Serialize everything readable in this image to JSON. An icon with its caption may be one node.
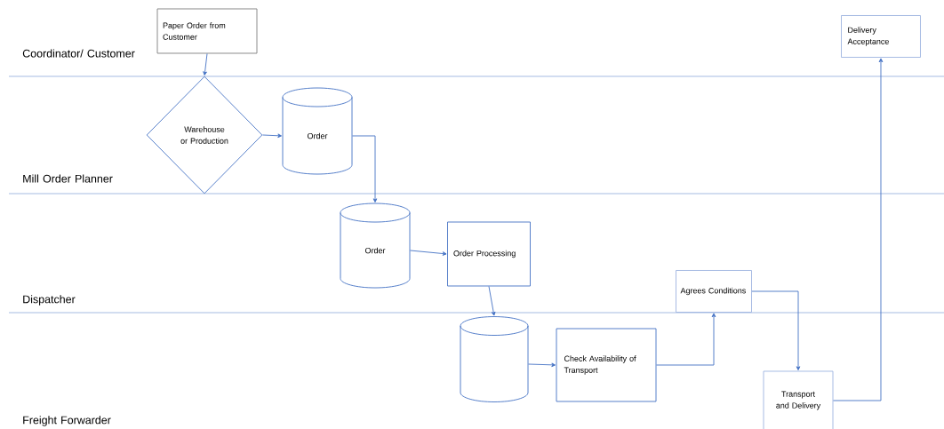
{
  "diagram": {
    "nodes": [
      {
        "text": [
          "Paper Order from Customer"
        ]
      },
      {
        "text": [
          "Warehouse or Production"
        ]
      },
      {
        "text": [
          "Order"
        ]
      },
      {
        "text": [
          "Order"
        ]
      },
      {
        "text": [
          "Order Processing"
        ]
      },
      {
        "text": [],
        "shape": "cylinder"
      },
      {
        "text": [
          "Check Availability of Transport"
        ]
      },
      {
        "text": [
          "Agrees Conditions"
        ]
      },
      {
        "text": [
          "Transport and Delivery"
        ]
      },
      {
        "text": [
          "Delivery Acceptance"
        ]
      }
    ],
    "edges": [
      {
        "from": 0,
        "to": 1,
        "arrow": "to"
      },
      {
        "from": 1,
        "to": 2,
        "arrow": "to"
      },
      {
        "from": 2,
        "to": 3,
        "arrow": "to"
      },
      {
        "from": 3,
        "to": 4,
        "arrow": "to"
      },
      {
        "from": 4,
        "to": 5,
        "arrow": "to"
      },
      {
        "from": 5,
        "to": 6,
        "arrow": "to"
      },
      {
        "from": 6,
        "to": 7,
        "arrow": "to"
      },
      {
        "from": 7,
        "to": 8,
        "arrow": "to"
      },
      {
        "from": 8,
        "to": 9,
        "arrow": "to"
      }
    ],
    "labels": [
      "Coordinator/ Customer",
      "Mill Order Planner",
      "Dispatcher",
      "Freight Forwarder"
    ]
  }
}
